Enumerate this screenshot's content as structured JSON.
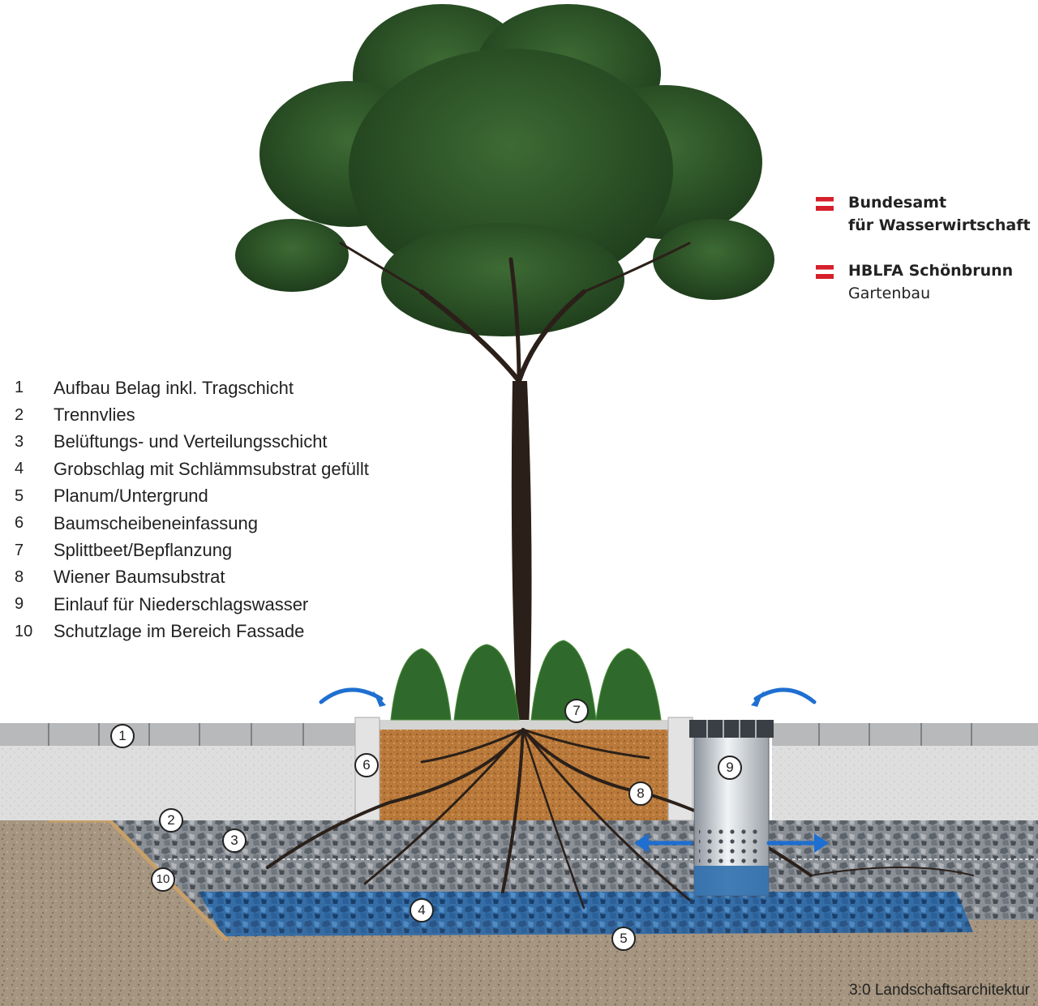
{
  "legend": [
    {
      "num": "1",
      "label": "Aufbau Belag inkl. Tragschicht"
    },
    {
      "num": "2",
      "label": "Trennvlies"
    },
    {
      "num": "3",
      "label": "Belüftungs- und Verteilungsschicht"
    },
    {
      "num": "4",
      "label": "Grobschlag mit Schlämmsubstrat gefüllt"
    },
    {
      "num": "5",
      "label": "Planum/Untergrund"
    },
    {
      "num": "6",
      "label": "Baumscheibeneinfassung"
    },
    {
      "num": "7",
      "label": "Splittbeet/Bepflanzung"
    },
    {
      "num": "8",
      "label": "Wiener Baumsubstrat"
    },
    {
      "num": "9",
      "label": "Einlauf für Niederschlagswasser"
    },
    {
      "num": "10",
      "label": "Schutzlage im Bereich Fassade"
    }
  ],
  "logos": {
    "bundesamt": {
      "line1": "Bundesamt",
      "line2": "für Wasserwirtschaft"
    },
    "hblfa": {
      "line1": "HBLFA Schönbrunn",
      "line2": "Gartenbau"
    }
  },
  "credit": "3:0 Landschaftsarchitektur",
  "markers": [
    "1",
    "2",
    "3",
    "4",
    "5",
    "6",
    "7",
    "8",
    "9",
    "10"
  ],
  "colors": {
    "paving": "#b7b9bb",
    "base_layer": "#dcdcdc",
    "gravel": "#8a9098",
    "water": "#2f6fae",
    "subsoil": "#a89880",
    "substrate": "#b57a3c",
    "canopy": "#2f5a2a",
    "trunk": "#2b2019",
    "arrow": "#1e6fd0",
    "flag_red": "#d61f2b"
  }
}
